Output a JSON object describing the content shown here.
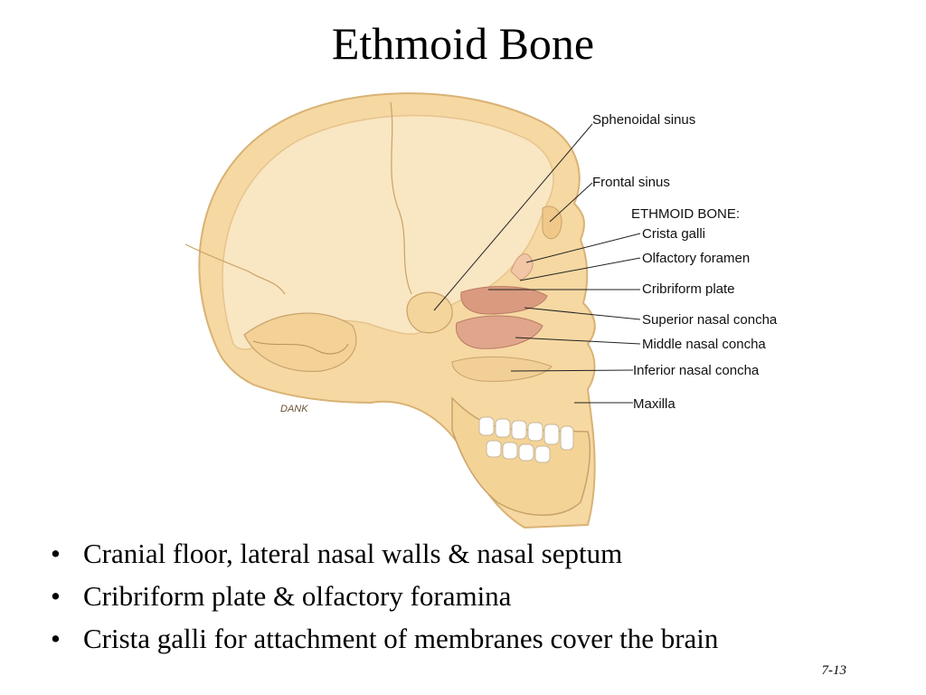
{
  "slide": {
    "title": "Ethmoid Bone",
    "number": "7-13"
  },
  "figure": {
    "signature": "DANK",
    "labels": {
      "sphenoidal_sinus": "Sphenoidal sinus",
      "frontal_sinus": "Frontal sinus",
      "ethmoid_heading": "ETHMOID BONE:",
      "crista_galli": "Crista galli",
      "olfactory_foramen": "Olfactory foramen",
      "cribriform_plate": "Cribriform plate",
      "superior_nasal_concha": "Superior nasal concha",
      "middle_nasal_concha": "Middle nasal concha",
      "inferior_nasal_concha": "Inferior nasal concha",
      "maxilla": "Maxilla"
    },
    "colors": {
      "bone_outer": "#f6d8a2",
      "bone_inner": "#f9e6c2",
      "ethmoid": "#d99a80",
      "teeth": "#ffffff"
    }
  },
  "bullets": [
    "Cranial floor, lateral nasal walls & nasal septum",
    "Cribriform plate & olfactory foramina",
    "Crista galli for attachment of membranes cover the brain"
  ]
}
